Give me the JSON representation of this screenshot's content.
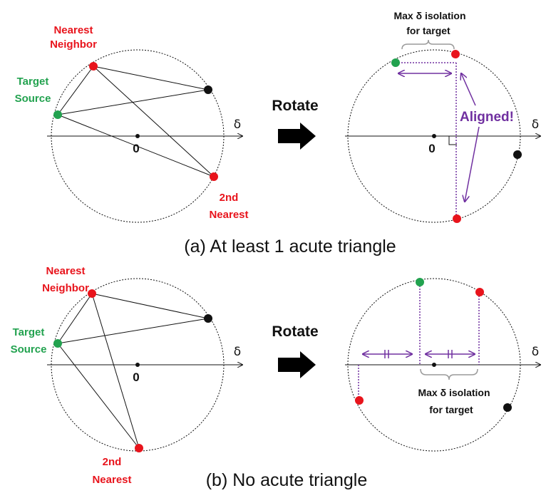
{
  "colors": {
    "red": "#e8141c",
    "green": "#22a24f",
    "black": "#111111",
    "purple": "#7030a0",
    "gray": "#9a9a9a"
  },
  "panel_a": {
    "nearest_line1": "Nearest",
    "nearest_line2": "Neighbor",
    "target_line1": "Target",
    "target_line2": "Source",
    "second_line1": "2nd",
    "second_line2": "Nearest",
    "axis_label": "δ",
    "origin_label": "0",
    "rotate_label": "Rotate",
    "right_axis_label": "δ",
    "right_origin_label": "0",
    "max_line1": "Max δ isolation",
    "max_line2": "for target",
    "aligned_label": "Aligned!",
    "caption": "(a) At least 1 acute triangle"
  },
  "panel_b": {
    "nearest_line1": "Nearest",
    "nearest_line2": "Neighbor",
    "target_line1": "Target",
    "target_line2": "Source",
    "second_line1": "2nd",
    "second_line2": "Nearest",
    "axis_label": "δ",
    "origin_label": "0",
    "rotate_label": "Rotate",
    "right_axis_label": "δ",
    "max_line1": "Max δ isolation",
    "max_line2": "for target",
    "caption": "(b) No acute triangle"
  }
}
